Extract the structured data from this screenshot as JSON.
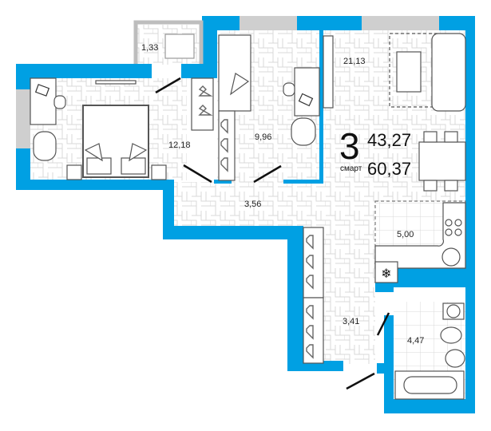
{
  "plan": {
    "colors": {
      "wall": "#00a0e3",
      "window": "#cfcfcf",
      "floor_line": "#d6d6d6",
      "furniture": "#444444",
      "door": "#111111"
    },
    "summary": {
      "rooms_count": "3",
      "type_label": "смарт",
      "living_area": "43,27",
      "total_area": "60,37"
    },
    "rooms": [
      {
        "id": "balcony",
        "area": "1,33"
      },
      {
        "id": "bedroom-1",
        "area": "12,18"
      },
      {
        "id": "bedroom-2",
        "area": "9,96"
      },
      {
        "id": "living-room",
        "area": "21,13"
      },
      {
        "id": "hallway",
        "area": "3,56"
      },
      {
        "id": "kitchen",
        "area": "5,00"
      },
      {
        "id": "corridor",
        "area": "3,41"
      },
      {
        "id": "bathroom",
        "area": "4,47"
      }
    ]
  }
}
